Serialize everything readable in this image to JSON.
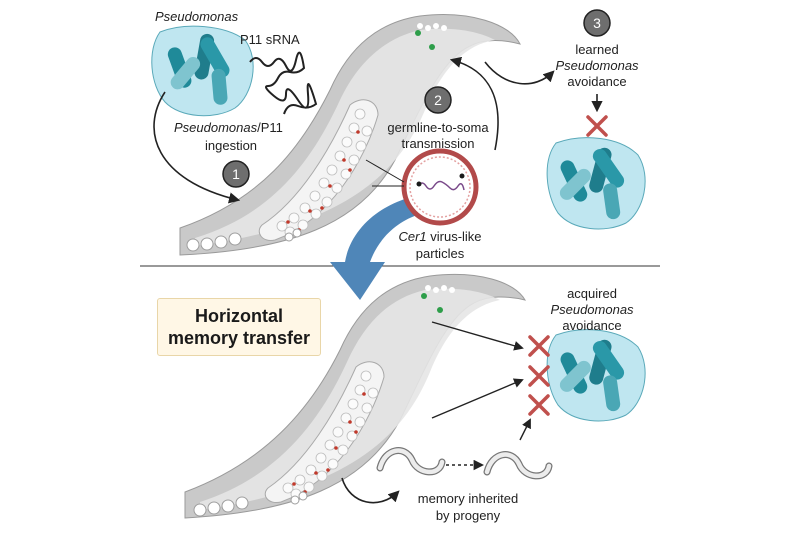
{
  "labels": {
    "pseudomonas_title": "Pseudomonas",
    "p11_srna": "P11 sRNA",
    "ingestion_italic": "Pseudomonas",
    "ingestion_tail": "/P11",
    "ingestion_line2": "ingestion",
    "step1": "1",
    "step2": "2",
    "step3": "3",
    "germline_line1": "germline-to-soma",
    "germline_line2": "transmission",
    "learned_line1": "learned",
    "learned_line2": "Pseudomonas",
    "learned_line3": "avoidance",
    "cer1_italic": "Cer1",
    "cer1_tail": " virus-like",
    "cer1_line2": "particles",
    "acquired_line1": "acquired",
    "acquired_line2": "Pseudomonas",
    "acquired_line3": "avoidance",
    "memory_line1": "memory inherited",
    "memory_line2": "by progeny"
  },
  "title_box": {
    "line1": "Horizontal",
    "line2": "memory transfer"
  },
  "colors": {
    "worm_fill": "#c9c9c9",
    "worm_inner": "#e6e6e6",
    "bacteria_teal": "#1f8a99",
    "bacteria_light": "#7fc4cf",
    "envelope": "#bfe6f0",
    "cross": "#c0504d",
    "big_arrow": "#4f86b8",
    "vlp_ring": "#b24a4a",
    "title_bg": "#fff7e6"
  }
}
